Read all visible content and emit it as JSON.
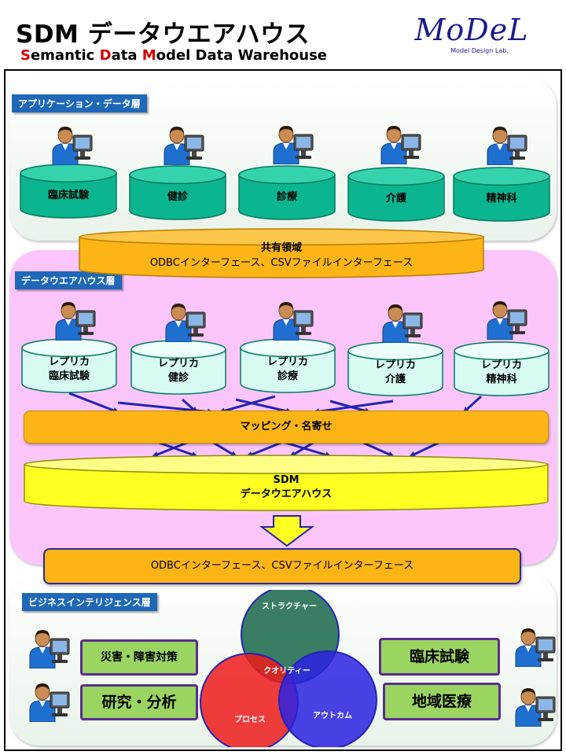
{
  "header": {
    "title": "SDM データウエアハウス",
    "subtitle_parts": [
      "S",
      "emantic ",
      "D",
      "ata ",
      "M",
      "odel Data Warehouse"
    ],
    "logo": "MoDeL",
    "logo_sub": "Model Design Lab."
  },
  "colors": {
    "teal": "#0bb58f",
    "teal_light": "#d7fbf2",
    "orange": "#fdb515",
    "yellow": "#ffff22",
    "label_blue": "#1f68b8",
    "pink": "#fcc6fc",
    "green": "#9ad561",
    "purple": "#5b2d90",
    "arrow_blue": "#2323b4"
  },
  "app_layer": {
    "label": "アプリケーション・データ層",
    "dbs": [
      "臨床試験",
      "健診",
      "診療",
      "介護",
      "精神科"
    ]
  },
  "shared": {
    "title": "共有領域",
    "subtitle": "ODBCインターフェース、CSVファイルインターフェース"
  },
  "dwh_layer": {
    "label": "データウエアハウス層",
    "replicas": [
      {
        "top": "レプリカ",
        "bottom": "臨床試験"
      },
      {
        "top": "レプリカ",
        "bottom": "健診"
      },
      {
        "top": "レプリカ",
        "bottom": "診療"
      },
      {
        "top": "レプリカ",
        "bottom": "介護"
      },
      {
        "top": "レプリカ",
        "bottom": "精神科"
      }
    ],
    "mapping": "マッピング・名寄せ",
    "sdm_title": "SDM",
    "sdm_subtitle": "データウエアハウス"
  },
  "interface_bar": "ODBCインターフェース、CSVファイルインターフェース",
  "bi_layer": {
    "label": "ビジネスインテリジェンス層",
    "left_boxes": [
      "災害・障害対策",
      "研究・分析"
    ],
    "right_boxes": [
      "臨床試験",
      "地域医療"
    ],
    "venn": {
      "structure": "ストラクチャー",
      "process": "プロセス",
      "outcome": "アウトカム",
      "quality": "クオリティー"
    }
  }
}
